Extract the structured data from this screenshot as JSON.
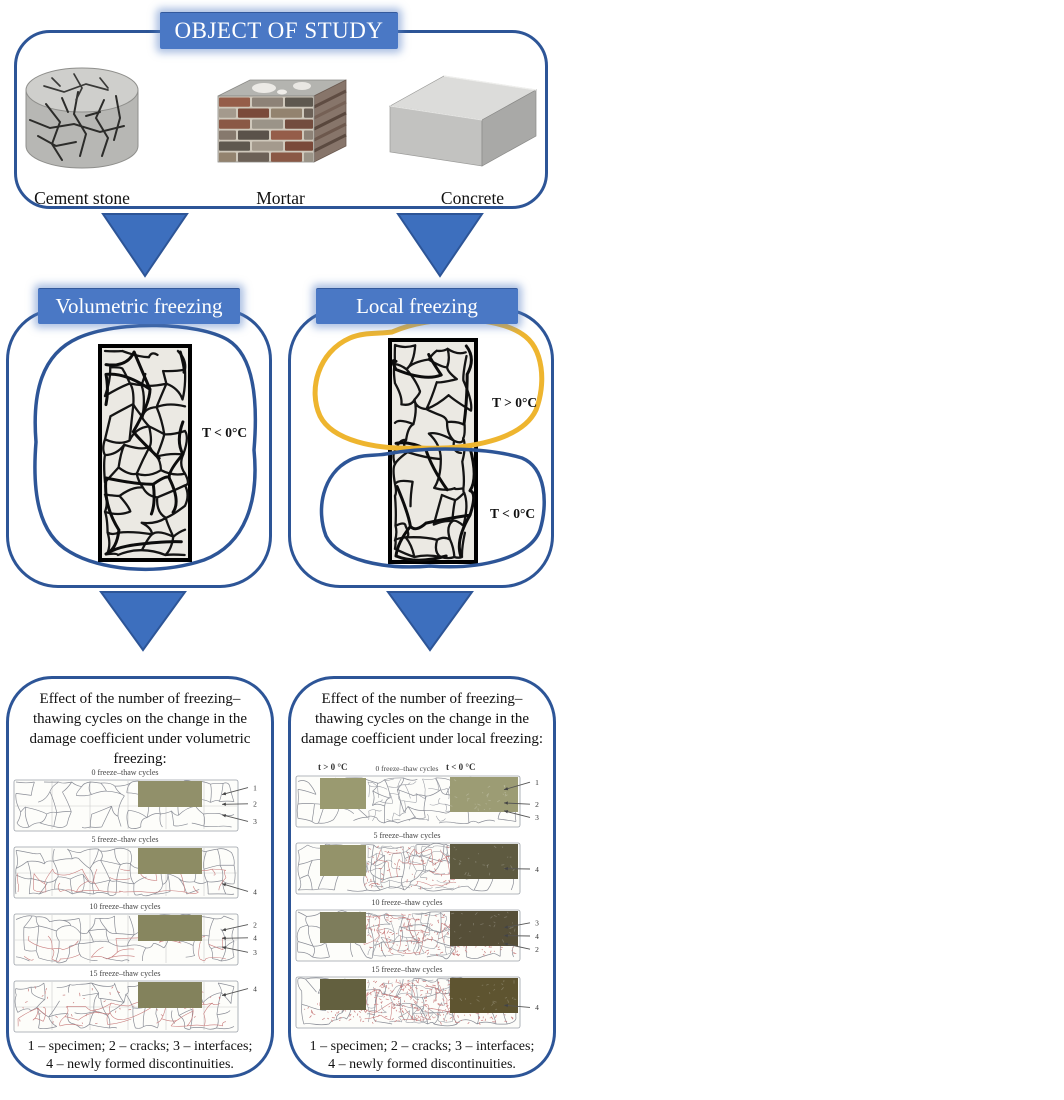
{
  "top_box": {
    "title": "OBJECT OF STUDY",
    "items": [
      {
        "label": "Cement stone"
      },
      {
        "label": "Mortar"
      },
      {
        "label": "Concrete"
      }
    ]
  },
  "middle": {
    "volumetric": {
      "title": "Volumetric freezing",
      "temp": "T < 0°C"
    },
    "local": {
      "title": "Local freezing",
      "temp_top": "T > 0°C",
      "temp_bottom": "T < 0°C"
    }
  },
  "bottom": {
    "volumetric": {
      "title": "Effect of the number of freezing– thawing cycles on the change in the damage coefficient under volumetric freezing:",
      "strips": [
        {
          "label": "0 freeze–thaw cycles",
          "olive": "#91906a",
          "damage": 0,
          "callouts": [
            {
              "n": "1",
              "y": 0.08
            },
            {
              "n": "2",
              "y": 0.45
            },
            {
              "n": "3",
              "y": 0.85
            }
          ]
        },
        {
          "label": "5 freeze–thaw cycles",
          "olive": "#8d8c64",
          "damage": 1,
          "callouts": [
            {
              "n": "4",
              "y": 0.92
            }
          ]
        },
        {
          "label": "10 freeze–thaw cycles",
          "olive": "#87865f",
          "damage": 1,
          "callouts": [
            {
              "n": "2",
              "y": 0.15
            },
            {
              "n": "4",
              "y": 0.45
            },
            {
              "n": "3",
              "y": 0.78
            }
          ]
        },
        {
          "label": "15 freeze–thaw cycles",
          "olive": "#83825c",
          "damage": 2,
          "callouts": [
            {
              "n": "4",
              "y": 0.08
            }
          ]
        }
      ],
      "legend_line1": "1 – specimen; 2 – cracks; 3 – interfaces;",
      "legend_line2": "4 – newly formed discontinuities."
    },
    "local": {
      "title": "Effect of the number of freezing– thawing cycles on the change in the damage coefficient under local freezing:",
      "temp_left": "t > 0 °C",
      "temp_right": "t < 0 °C",
      "strips": [
        {
          "label": "0 freeze–thaw cycles",
          "olive_left": "#9a9a70",
          "olive_right": "#9c9c74",
          "damage": 0,
          "callouts": [
            {
              "n": "1",
              "y": 0.05
            },
            {
              "n": "2",
              "y": 0.55
            },
            {
              "n": "3",
              "y": 0.85
            }
          ]
        },
        {
          "label": "5 freeze–thaw cycles",
          "olive_left": "#94936a",
          "olive_right": "#5e5a40",
          "damage": 1,
          "callouts": [
            {
              "n": "4",
              "y": 0.5
            }
          ]
        },
        {
          "label": "10 freeze–thaw cycles",
          "olive_left": "#7e7d5c",
          "olive_right": "#564f38",
          "damage": 2,
          "callouts": [
            {
              "n": "3",
              "y": 0.2
            },
            {
              "n": "4",
              "y": 0.5
            },
            {
              "n": "2",
              "y": 0.8
            }
          ]
        },
        {
          "label": "15 freeze–thaw cycles",
          "olive_left": "#63603f",
          "olive_right": "#5e5430",
          "damage": 3,
          "callouts": [
            {
              "n": "4",
              "y": 0.6
            }
          ]
        }
      ],
      "legend_line1": "1 – specimen; 2 – cracks; 3 – interfaces;",
      "legend_line2": "4 – newly formed discontinuities."
    }
  },
  "colors": {
    "accent_blue": "#4a78c5",
    "outline_blue": "#2d5597",
    "arrow_fill": "#3d6fbe",
    "yellow": "#eeb52f",
    "specimen_fill": "#ebe9e3",
    "strip_crack": "#8a8d96",
    "damage_red": "#c87c7c"
  }
}
